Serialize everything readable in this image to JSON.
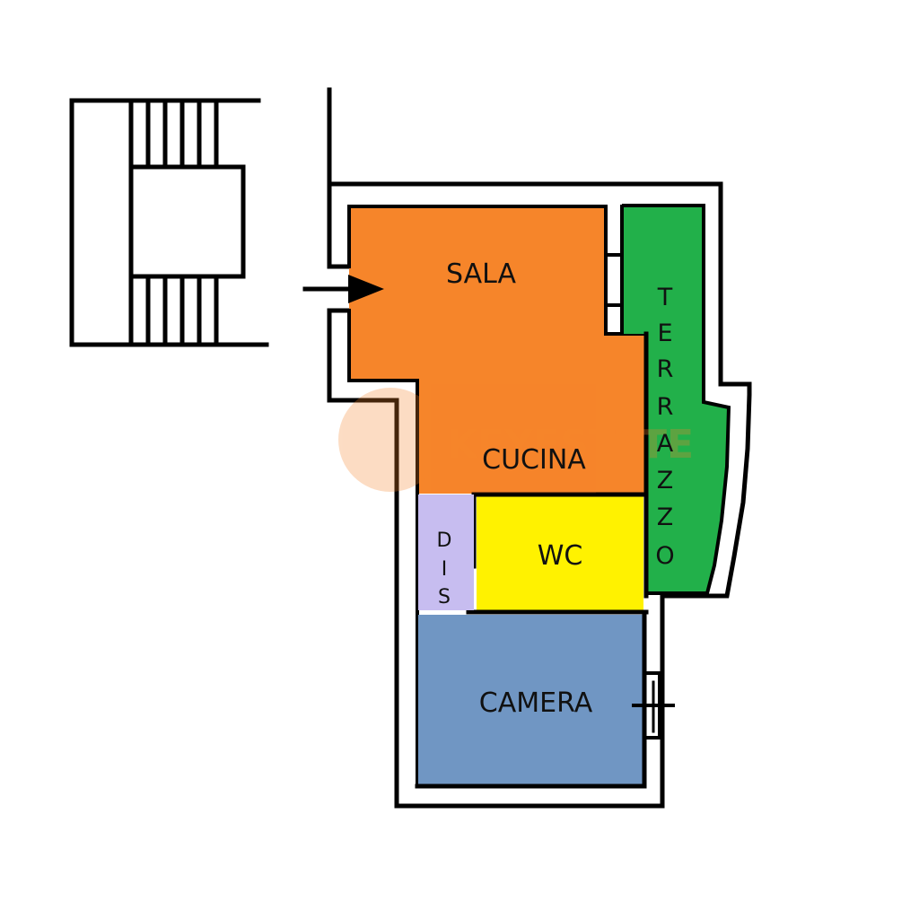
{
  "rooms": {
    "sala": {
      "label": "SALA",
      "color": "#F6852A"
    },
    "cucina": {
      "label": "CUCINA",
      "color": "#F6852A"
    },
    "terrazzo": {
      "label": "TERRAZZO",
      "letters": [
        "T",
        "E",
        "R",
        "R",
        "A",
        "Z",
        "Z",
        "O"
      ],
      "color": "#22B04A"
    },
    "wc": {
      "label": "WC",
      "color": "#FFF200"
    },
    "dis": {
      "label": "DIS",
      "letters": [
        "D",
        "I",
        "S"
      ],
      "color": "#C7BDF0"
    },
    "camera": {
      "label": "CAMERA",
      "color": "#7096C3"
    }
  },
  "watermark": {
    "text": "KEYESTATE",
    "color": "#F6852A"
  },
  "colors": {
    "wall": "#000000",
    "background": "#FFFFFF"
  }
}
